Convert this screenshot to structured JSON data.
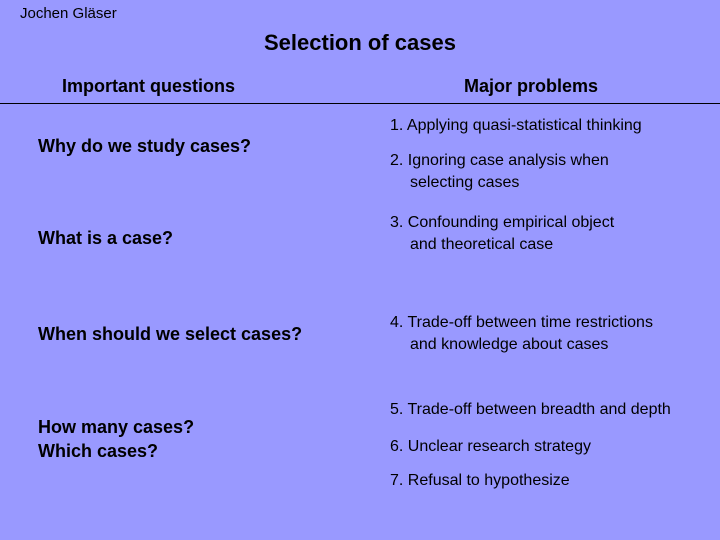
{
  "header": {
    "author": "Jochen Gläser",
    "title": "Selection of cases"
  },
  "columns": {
    "left": "Important questions",
    "right": "Major problems"
  },
  "questions": [
    [
      "Why do we study cases?"
    ],
    [
      "What is a case?"
    ],
    [
      "When should we select cases?"
    ],
    [
      "How many cases?",
      "Which cases?"
    ]
  ],
  "problems": [
    [
      "1. Applying quasi-statistical thinking"
    ],
    [
      "2. Ignoring case analysis when",
      "selecting cases"
    ],
    [
      "3. Confounding empirical object",
      "and theoretical case"
    ],
    [
      "4. Trade-off between time restrictions",
      "and knowledge about cases"
    ],
    [
      "5. Trade-off between breadth and depth"
    ],
    [
      "6. Unclear research strategy"
    ],
    [
      "7. Refusal to hypothesize"
    ]
  ]
}
